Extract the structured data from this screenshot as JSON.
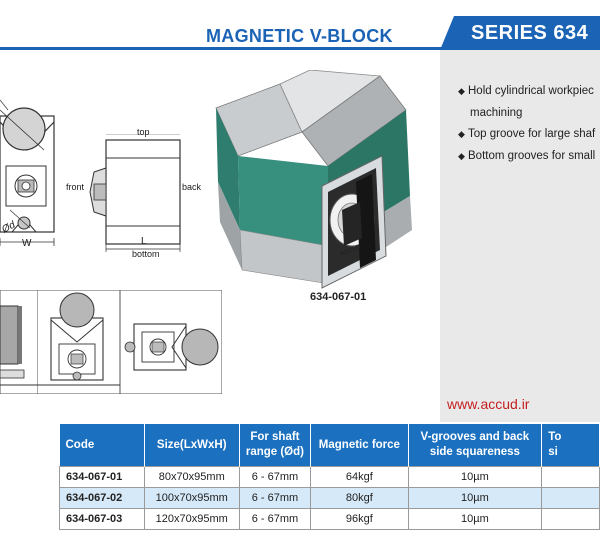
{
  "header": {
    "title": "MAGNETIC V-BLOCK",
    "series": "SERIES 634",
    "accent_color": "#1b63b5"
  },
  "features": {
    "items": [
      {
        "line1": "Hold cylindrical workpiec",
        "line2": "machining"
      },
      {
        "line1": "Top groove for large shaf",
        "line2": ""
      },
      {
        "line1": "Bottom grooves for small",
        "line2": ""
      }
    ],
    "bullet_glyph": "◆"
  },
  "diagram_labels": {
    "top": "top",
    "front": "front",
    "back": "back",
    "bottom": "bottom",
    "l": "L",
    "w": "W",
    "d": "Ød"
  },
  "product": {
    "model": "634-067-01",
    "brand": "ACCUD"
  },
  "website": "www.accud.ir",
  "table": {
    "headers": {
      "code": "Code",
      "size": "Size(LxWxH)",
      "shaft_a": "For shaft",
      "shaft_b": "range (Ød)",
      "force": "Magnetic force",
      "vg_a": "V-grooves and back",
      "vg_b": "side squareness",
      "to_a": "To",
      "to_b": "si"
    },
    "rows": [
      {
        "code": "634-067-01",
        "size": "80x70x95mm",
        "range": "6 - 67mm",
        "force": "64kgf",
        "square": "10µm"
      },
      {
        "code": "634-067-02",
        "size": "100x70x95mm",
        "range": "6 - 67mm",
        "force": "80kgf",
        "square": "10µm"
      },
      {
        "code": "634-067-03",
        "size": "120x70x95mm",
        "range": "6 - 67mm",
        "force": "96kgf",
        "square": "10µm"
      }
    ],
    "header_color": "#1b70c0",
    "alt_row_color": "#d6e9f8"
  }
}
